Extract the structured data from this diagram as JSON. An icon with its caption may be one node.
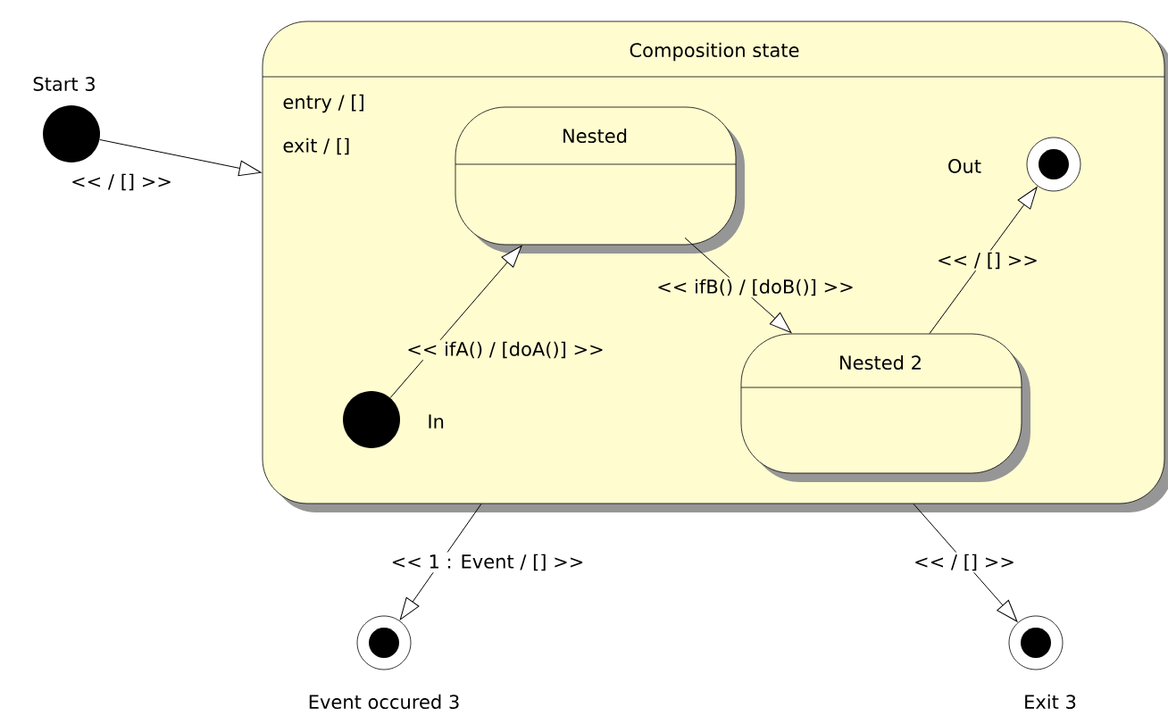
{
  "diagram": {
    "nodes": [
      {
        "text": [
          "Start 3"
        ]
      },
      {
        "text": [
          "Composition state",
          "entry / []",
          "exit / []"
        ]
      },
      {
        "text": [
          "Nested"
        ],
        "in": 1
      },
      {
        "text": [
          "Nested 2"
        ],
        "in": 1
      },
      {
        "text": [
          "In"
        ],
        "in": 1
      },
      {
        "text": [
          "Out"
        ],
        "in": 1
      },
      {
        "text": [
          "Event occured 3"
        ]
      },
      {
        "text": [
          "Exit 3"
        ]
      }
    ],
    "edges": [
      {
        "from": 0,
        "to": 1,
        "arrow": "to",
        "label": "<<  / [] >>"
      },
      {
        "from": 4,
        "to": 2,
        "arrow": "to",
        "label": "<< ifA() / [doA()] >>"
      },
      {
        "from": 2,
        "to": 3,
        "arrow": "to",
        "label": "<< ifB() / [doB()] >>"
      },
      {
        "from": 3,
        "to": 5,
        "arrow": "to",
        "label": "<<  / [] >>"
      },
      {
        "from": 1,
        "to": 6,
        "arrow": "to",
        "label": "<< 1 : Event / [] >>"
      },
      {
        "from": 1,
        "to": 7,
        "arrow": "to",
        "label": "<<  / [] >>"
      }
    ]
  }
}
